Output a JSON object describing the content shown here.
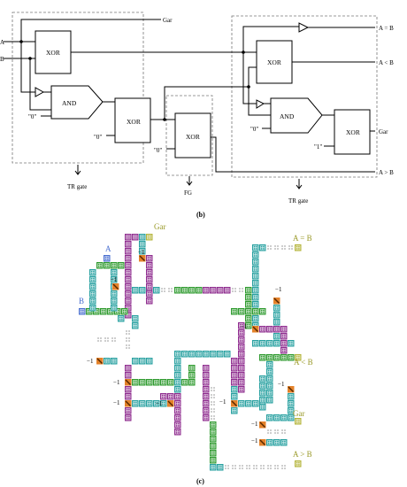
{
  "top_diagram": {
    "inputs": {
      "a": "A",
      "b": "B"
    },
    "gates": {
      "xor": "XOR",
      "and": "AND"
    },
    "constants": {
      "zero": "\"0\"",
      "one": "\"1\""
    },
    "outputs": {
      "gar": "Gar",
      "a_eq_b": "A = B",
      "a_lt_b": "A < B",
      "a_gt_b": "A > B"
    },
    "blocks": {
      "tr_gate": "TR gate",
      "fg": "FG"
    },
    "caption": "(b)"
  },
  "qca_layout": {
    "labels": {
      "a": "A",
      "b": "B",
      "gar": "Gar",
      "a_eq_b": "A = B",
      "a_lt_b": "A < B",
      "a_gt_b": "A > B",
      "minus_one": "−1"
    },
    "colors": {
      "teal": "#27a0a0",
      "green": "#2e9a2e",
      "purple": "#8e2b8e",
      "blue": "#4a6fd0",
      "olive": "#b4b43a",
      "orange": "#e4822a"
    },
    "caption": "(c)"
  }
}
